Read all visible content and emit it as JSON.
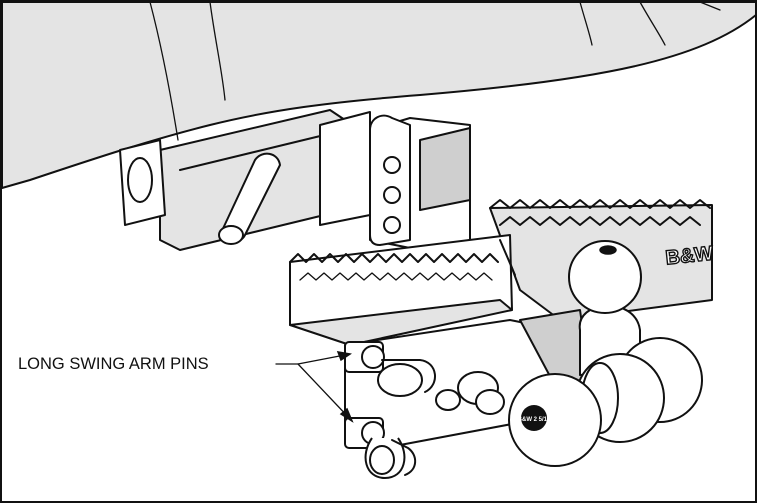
{
  "diagram": {
    "callout_label": "LONG SWING ARM PINS",
    "logo_text": "B&W",
    "ball_stamp": "B&W 2 5/16"
  },
  "colors": {
    "line": "#111111",
    "background": "#ffffff",
    "shade": "#e4e4e4"
  }
}
